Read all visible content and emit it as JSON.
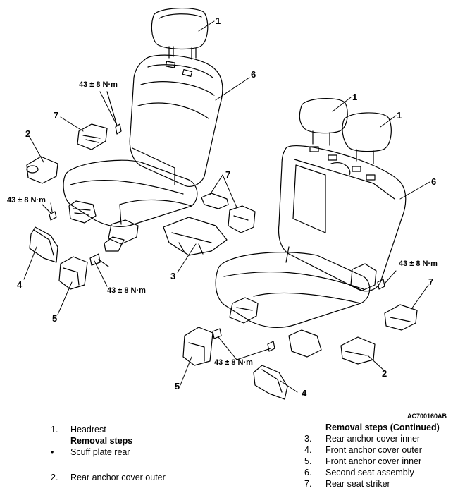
{
  "figure_code": "AC700160AB",
  "callouts_left": [
    {
      "id": "l1",
      "text": "1"
    },
    {
      "id": "l6",
      "text": "6"
    },
    {
      "id": "l7",
      "text": "7"
    },
    {
      "id": "l2",
      "text": "2"
    },
    {
      "id": "l4",
      "text": "4"
    },
    {
      "id": "l5",
      "text": "5"
    },
    {
      "id": "l3",
      "text": "3"
    }
  ],
  "callouts_right": [
    {
      "id": "r1a",
      "text": "1"
    },
    {
      "id": "r1b",
      "text": "1"
    },
    {
      "id": "r6",
      "text": "6"
    },
    {
      "id": "r7a",
      "text": "7"
    },
    {
      "id": "r7b",
      "text": "7"
    },
    {
      "id": "r2",
      "text": "2"
    },
    {
      "id": "r4",
      "text": "4"
    },
    {
      "id": "r5",
      "text": "5"
    }
  ],
  "torques": [
    {
      "id": "t1",
      "text": "43 ± 8 N·m"
    },
    {
      "id": "t2",
      "text": "43 ± 8 N·m"
    },
    {
      "id": "t3",
      "text": "43 ± 8 N·m"
    },
    {
      "id": "t4",
      "text": "43 ± 8 N·m"
    },
    {
      "id": "t5",
      "text": "43 ± 8 N·m"
    }
  ],
  "legend": {
    "left": [
      {
        "num": "1.",
        "text": "Headrest"
      },
      {
        "heading": "Removal steps"
      },
      {
        "num": "•",
        "text": "Scuff plate rear"
      },
      {
        "num": "",
        "text": ""
      },
      {
        "num": "2.",
        "text": "Rear anchor cover outer"
      }
    ],
    "right": [
      {
        "heading": "Removal steps (Continued)"
      },
      {
        "num": "3.",
        "text": "Rear anchor cover inner"
      },
      {
        "num": "4.",
        "text": "Front anchor cover outer"
      },
      {
        "num": "5.",
        "text": "Front anchor cover inner"
      },
      {
        "num": "6.",
        "text": "Second seat assembly"
      },
      {
        "num": "7.",
        "text": "Rear seat striker"
      }
    ]
  }
}
